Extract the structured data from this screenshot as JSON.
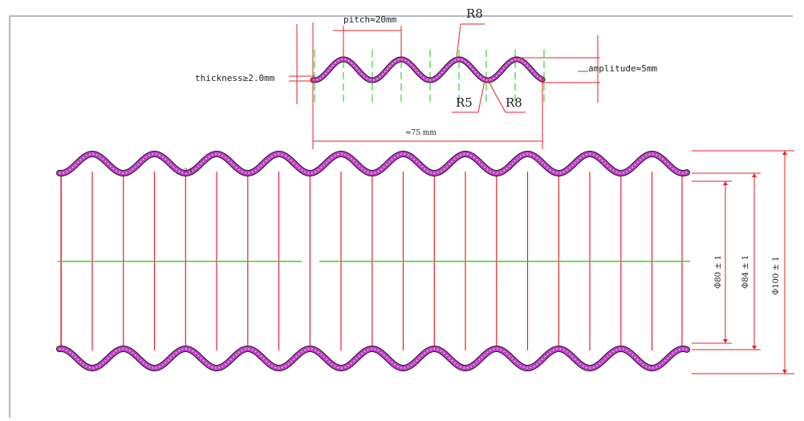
{
  "drawing": {
    "detail_labels": {
      "pitch": "pitch≈20mm",
      "thickness": "thickness≥2.0mm",
      "amplitude": "amplitude≈5mm",
      "radius_top": "R8",
      "radius_inner": "R5",
      "radius_outer": "R8",
      "length": "≈75 mm"
    },
    "dimension_labels": {
      "inner": "Φ80 ± 1",
      "mid": "Φ84 ± 1",
      "outer": "Φ100 ± 1"
    },
    "small_mark": "2:1"
  },
  "colors": {
    "dimension_line": "#e8202a",
    "center_line": "#35d33a",
    "wall_fill": "#c040c8",
    "wall_outline": "#1a1a1a",
    "wall_stipple": "#ffffff",
    "frame": "#9aa0a6",
    "rib_line": "#e8202a"
  }
}
